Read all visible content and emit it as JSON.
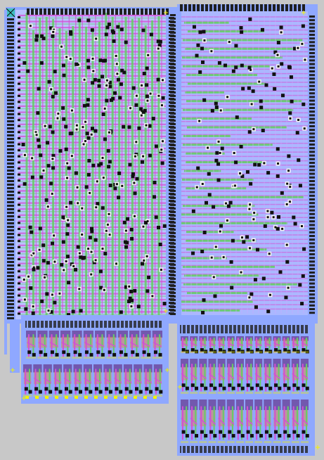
{
  "canvas_background": "#c8c8c8",
  "palette": {
    "substrate_blue": "#8fa8ff",
    "metal_green": "#66cc66",
    "poly_magenta": "#d44fd4",
    "diffusion_orange": "#e0884a",
    "via_black": "#111111",
    "pad_black": "#202020",
    "pin_yellow": "#f2f200",
    "contact_cyan": "#40c0c0"
  },
  "blocks": [
    {
      "name": "left-logic-array",
      "kind": "routing-array"
    },
    {
      "name": "right-logic-array",
      "kind": "routing-array"
    },
    {
      "name": "left-cell-row",
      "kind": "standard-cells"
    },
    {
      "name": "right-cell-row",
      "kind": "standard-cells"
    }
  ]
}
